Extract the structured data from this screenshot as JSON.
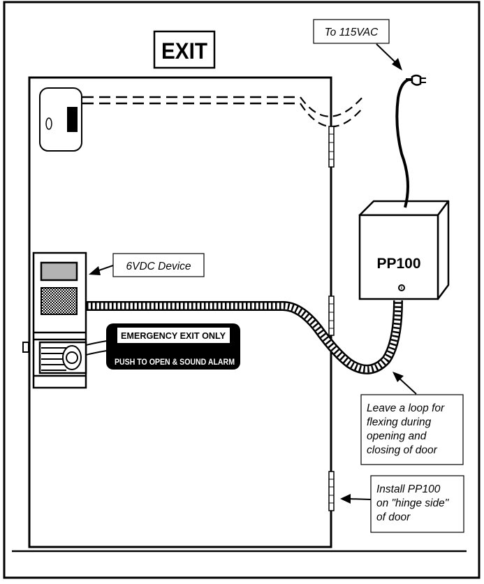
{
  "diagram": {
    "exit_sign": "EXIT",
    "power_label": "To 115VAC",
    "device_label": "6VDC Device",
    "alarm_bar": {
      "line1": "EMERGENCY EXIT ONLY",
      "line2": "PUSH TO OPEN & SOUND ALARM"
    },
    "power_supply": "PP100",
    "loop_note": [
      "Leave a loop for",
      "flexing during",
      "opening and",
      "closing of door"
    ],
    "install_note": [
      "Install PP100",
      "on \"hinge side\"",
      "of door"
    ]
  },
  "colors": {
    "line": "#000000",
    "background": "#ffffff",
    "display_fill": "#b3b3b3"
  }
}
